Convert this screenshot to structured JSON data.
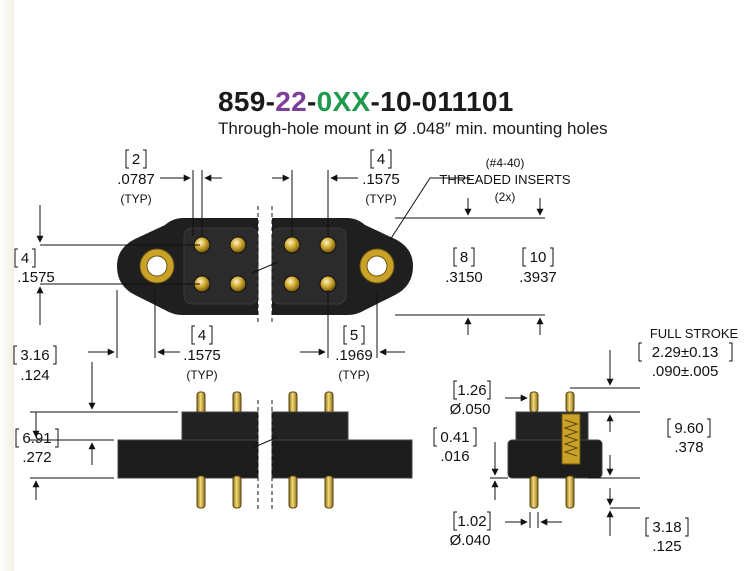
{
  "header": {
    "part_prefix": "859-",
    "part_pins": "22",
    "part_dash": "-",
    "part_xx": "0XX",
    "part_suffix": "-10-011101",
    "subtitle": "Through-hole mount in Ø .048″ min. mounting holes"
  },
  "colors": {
    "body": "#1c1c1c",
    "gold": "#c9a227",
    "purple": "#7b3f9a",
    "green": "#1e9a4a"
  },
  "top_view": {
    "dim_pitch_small_mm": "2",
    "dim_pitch_small_in": ".0787",
    "dim_pitch_small_note": "(TYP)",
    "dim_row_mm": "4",
    "dim_row_in": ".1575",
    "dim_row_note": "(TYP)",
    "insert_spec": "(#4-40)",
    "insert_label": "THREADED INSERTS",
    "insert_count": "(2x)",
    "dim_left_mm": "4",
    "dim_left_in": ".1575",
    "dim_h8_mm": "8",
    "dim_h8_in": ".3150",
    "dim_h10_mm": "10",
    "dim_h10_in": ".3937",
    "dim_bot_left_mm": "4",
    "dim_bot_left_in": ".1575",
    "dim_bot_left_note": "(TYP)",
    "dim_bot_right_mm": "5",
    "dim_bot_right_in": ".1969",
    "dim_bot_right_note": "(TYP)"
  },
  "side_view": {
    "dim_a_mm": "3.16",
    "dim_a_in": ".124",
    "dim_b_mm": "6.91",
    "dim_b_in": ".272"
  },
  "end_view": {
    "full_stroke": "FULL STROKE",
    "stroke_mm": "2.29±0.13",
    "stroke_in": ".090±.005",
    "dia_top_mm": "1.26",
    "dia_top_in": "Ø.050",
    "dim_041_mm": "0.41",
    "dim_041_in": ".016",
    "dim_960_mm": "9.60",
    "dim_960_in": ".378",
    "dia_bot_mm": "1.02",
    "dia_bot_in": "Ø.040",
    "dim_318_mm": "3.18",
    "dim_318_in": ".125"
  }
}
